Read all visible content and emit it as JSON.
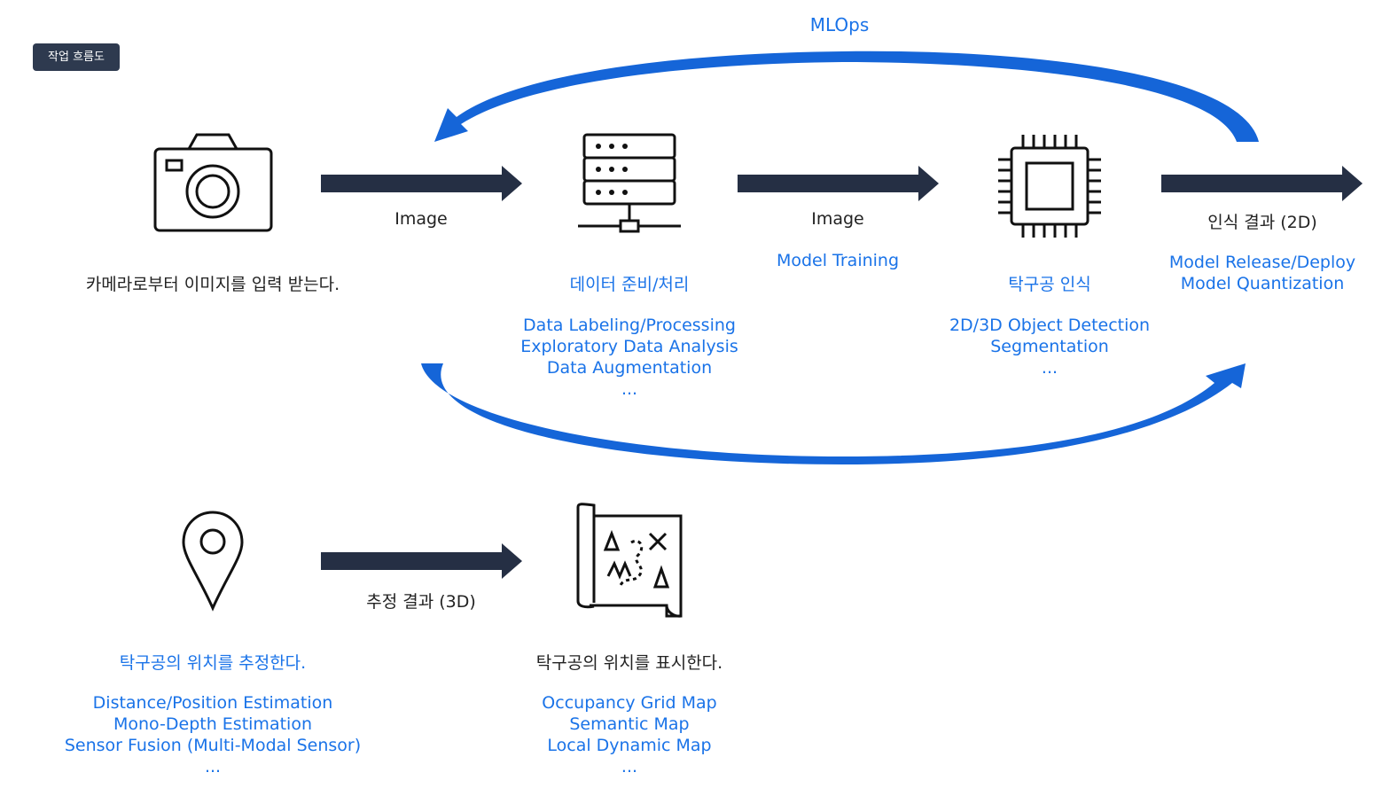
{
  "badge": "작업 흐름도",
  "mlops": "MLOps",
  "top_row": {
    "camera": {
      "caption": "카메라로부터 이미지를 입력 받는다."
    },
    "arrow1_label": "Image",
    "server": {
      "title": "데이터 준비/처리",
      "items": [
        "Data Labeling/Processing",
        "Exploratory Data Analysis",
        "Data Augmentation",
        "..."
      ]
    },
    "arrow2_label": "Image",
    "arrow2_sublabel": "Model Training",
    "chip": {
      "title": "탁구공 인식",
      "items": [
        "2D/3D Object Detection",
        "Segmentation",
        "..."
      ]
    },
    "arrow3_label": "인식 결과 (2D)",
    "arrow3_items": [
      "Model Release/Deploy",
      "Model Quantization"
    ]
  },
  "bottom_row": {
    "pin": {
      "title": "탁구공의 위치를 추정한다.",
      "items": [
        "Distance/Position Estimation",
        "Mono-Depth Estimation",
        "Sensor Fusion (Multi-Modal Sensor)",
        "..."
      ]
    },
    "arrow_label": "추정 결과 (3D)",
    "map": {
      "title": "탁구공의 위치를 표시한다.",
      "items": [
        "Occupancy Grid Map",
        "Semantic Map",
        "Local Dynamic Map",
        "..."
      ]
    }
  },
  "colors": {
    "arrow_dark": "#252f44",
    "loop_blue": "#1565d8",
    "text_blue": "#1a73e8",
    "badge_bg": "#2e3a4f"
  }
}
